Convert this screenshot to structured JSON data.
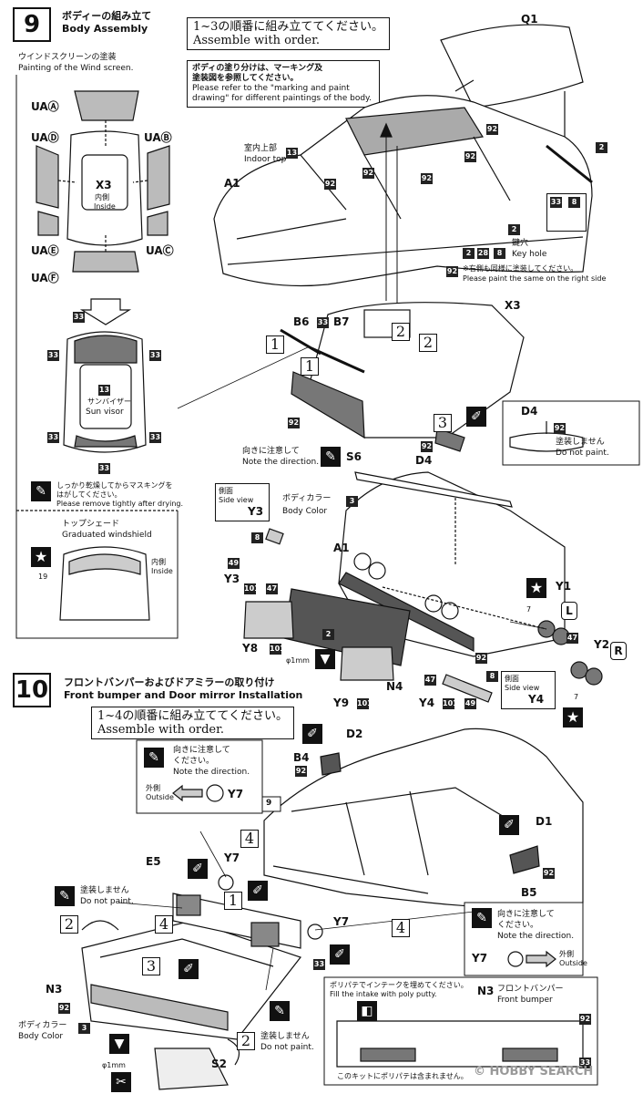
{
  "step9": {
    "number": "9",
    "title_ja": "ボディーの組み立て",
    "title_en": "Body Assembly",
    "windscreen_ja": "ウインドスクリーンの塗装",
    "windscreen_en": "Painting of the Wind screen.",
    "order_ja": "1~3の順番に組み立ててください。",
    "order_en": "Assemble with order.",
    "marking_ja_1": "ボディの塗り分けは、マーキング及",
    "marking_ja_2": "塗装図を参照してください。",
    "marking_en_1": "Please refer to the \"marking and paint",
    "marking_en_2": "drawing\" for different paintings of the body.",
    "indoor_ja": "室内上部",
    "indoor_en": "Indoor top",
    "keyhole_ja": "鍵穴",
    "keyhole_en": "Key hole",
    "right_ja": "※右側も同様に塗装してください。",
    "right_en": "Please paint the same on the right side",
    "x3_ja": "内側",
    "x3_en": "Inside",
    "sunvisor_ja": "サンバイザー",
    "sunvisor_en": "Sun visor",
    "mask_ja_1": "しっかり乾燥してからマスキングを",
    "mask_ja_2": "はがしてください。",
    "mask_en": "Please remove tightly after drying.",
    "topshade_ja": "トップシェード",
    "topshade_en": "Graduated windshield",
    "inside_ja": "内側",
    "inside_en": "Inside",
    "direction_ja": "向きに注意して",
    "direction_en": "Note the direction.",
    "bodycolor_ja": "ボディカラー",
    "bodycolor_en": "Body Color",
    "sideview_ja": "側面",
    "sideview_en": "Side view",
    "nopaint_ja": "塗装しません",
    "nopaint_en": "Do not paint.",
    "dia": "φ1mm"
  },
  "parts9": {
    "ua_a": "UAⒶ",
    "ua_b": "UAⒷ",
    "ua_c": "UAⒸ",
    "ua_d": "UAⒹ",
    "ua_e": "UAⒺ",
    "ua_f": "UAⒻ",
    "x3": "X3",
    "q1": "Q1",
    "a1": "A1",
    "b6": "B6",
    "b7": "B7",
    "d4": "D4",
    "s6": "S6",
    "y1": "Y1",
    "y2": "Y2",
    "y3": "Y3",
    "y4": "Y4",
    "y8": "Y8",
    "y9": "Y9",
    "n4": "N4",
    "l": "L",
    "r": "R"
  },
  "step10": {
    "number": "10",
    "title_ja": "フロントバンパーおよびドアミラーの取り付け",
    "title_en": "Front bumper and Door mirror Installation",
    "order_ja": "1~4の順番に組み立ててください。",
    "order_en": "Assemble with order.",
    "direction_ja_1": "向きに注意して",
    "direction_ja_2": "ください。",
    "direction_en": "Note the direction.",
    "outside_ja": "外側",
    "outside_en": "Outside",
    "nopaint_ja": "塗装しません",
    "nopaint_en": "Do not paint.",
    "bodycolor_ja": "ボディカラー",
    "bodycolor_en": "Body Color",
    "dia": "φ1mm",
    "putty_ja": "ポリパテでインテークを埋めてください。",
    "putty_en": "Fill the intake with poly putty.",
    "bumper_ja": "フロントバンパー",
    "bumper_en": "Front bumper",
    "putty_bottom_ja": "このキットにポリパテは含まれません。",
    "watermark": "© HOBBY SEARCH"
  },
  "parts10": {
    "d2": "D2",
    "b4": "B4",
    "y7": "Y7",
    "e5": "E5",
    "d1": "D1",
    "b5": "B5",
    "n3": "N3",
    "s2": "S2",
    "nine": "9"
  },
  "codes": {
    "c13": "13",
    "c92": "92",
    "c2": "2",
    "c8": "8",
    "c33": "33",
    "c28": "28",
    "c3": "3",
    "c49": "49",
    "c101": "101",
    "c47": "47",
    "c19": "19",
    "c7": "7"
  },
  "order_marks": {
    "one": "1",
    "two": "2",
    "three": "3",
    "four": "4"
  }
}
